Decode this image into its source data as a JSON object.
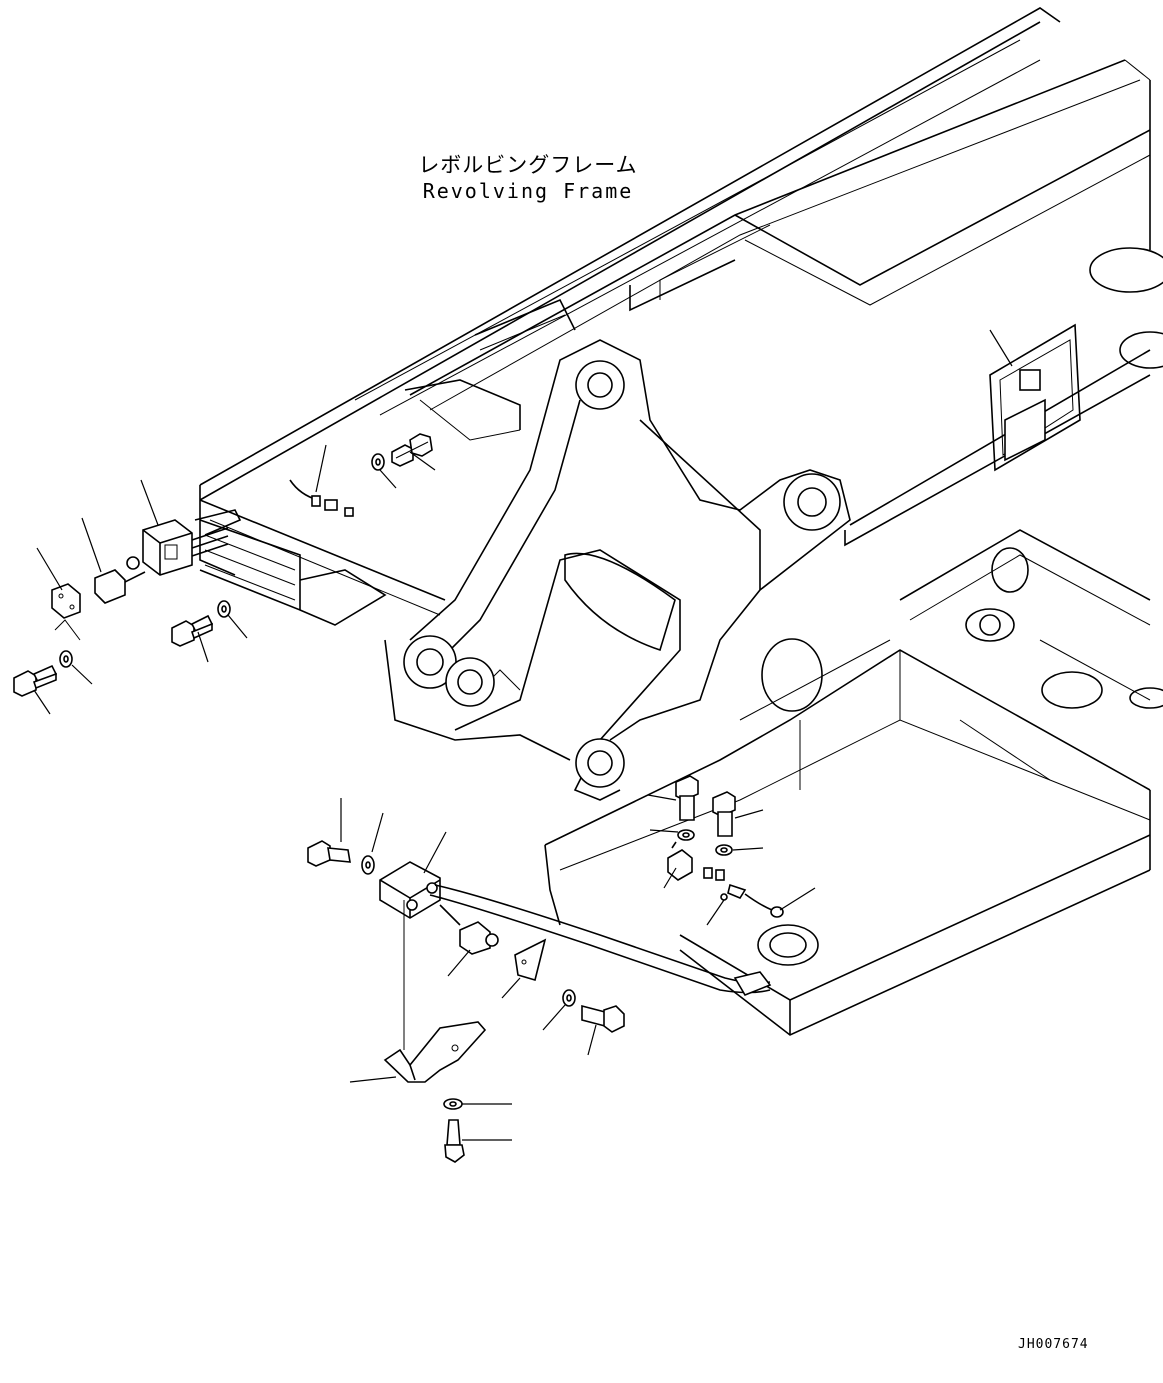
{
  "diagram": {
    "title_jp": "レボルビングフレーム",
    "title_en": "Revolving Frame",
    "drawing_id": "JH007674"
  }
}
